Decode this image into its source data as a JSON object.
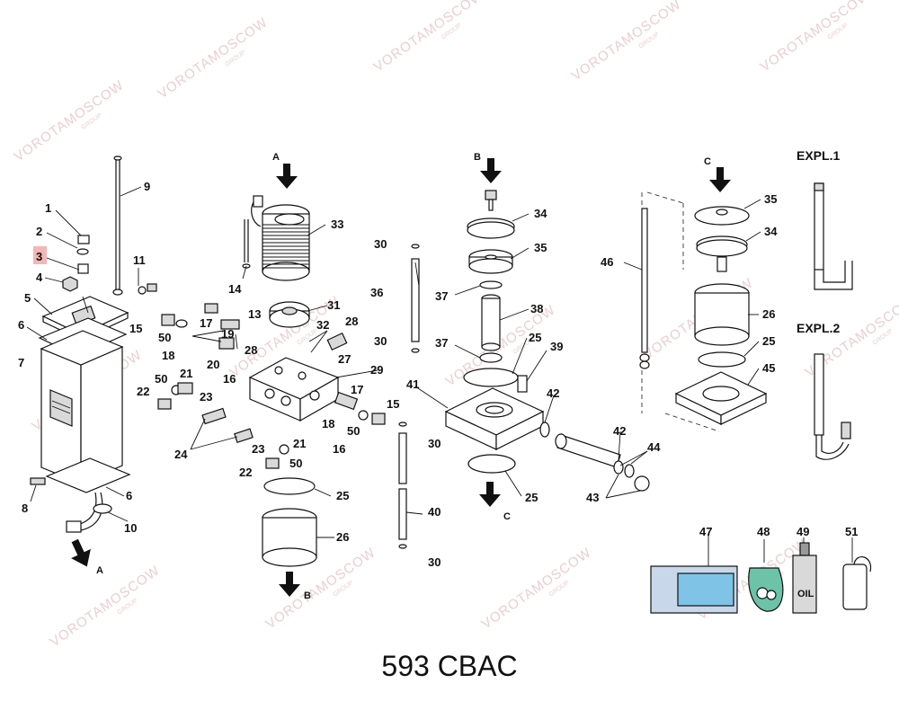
{
  "title": "593 CBAC",
  "watermark": {
    "text": "VOROTAMOSCOW",
    "sub": "GROUP"
  },
  "expl_labels": [
    "EXPL.1",
    "EXPL.2"
  ],
  "flow_arrows": [
    "A",
    "A",
    "B",
    "B",
    "C",
    "C"
  ],
  "highlighted_part": "3",
  "part_numbers": {
    "p1": "1",
    "p2": "2",
    "p3": "3",
    "p4": "4",
    "p5": "5",
    "p6a": "6",
    "p6b": "6",
    "p7": "7",
    "p8": "8",
    "p9": "9",
    "p10": "10",
    "p11": "11",
    "p13": "13",
    "p14": "14",
    "p15a": "15",
    "p15b": "15",
    "p16a": "16",
    "p16b": "16",
    "p17a": "17",
    "p17b": "17",
    "p18a": "18",
    "p18b": "18",
    "p19": "19",
    "p20": "20",
    "p21a": "21",
    "p21b": "21",
    "p22a": "22",
    "p22b": "22",
    "p23a": "23",
    "p23b": "23",
    "p24": "24",
    "p25a": "25",
    "p25b": "25",
    "p25c": "25",
    "p25d": "25",
    "p26a": "26",
    "p26b": "26",
    "p27": "27",
    "p28a": "28",
    "p28b": "28",
    "p29": "29",
    "p30a": "30",
    "p30b": "30",
    "p30c": "30",
    "p30d": "30",
    "p31": "31",
    "p32": "32",
    "p33": "33",
    "p34a": "34",
    "p34b": "34",
    "p35a": "35",
    "p35b": "35",
    "p36": "36",
    "p37a": "37",
    "p37b": "37",
    "p38": "38",
    "p39": "39",
    "p40": "40",
    "p41": "41",
    "p42a": "42",
    "p42b": "42",
    "p43": "43",
    "p44": "44",
    "p45": "45",
    "p46": "46",
    "p47": "47",
    "p48": "48",
    "p49": "49",
    "p50a": "50",
    "p50b": "50",
    "p50c": "50",
    "p51": "51"
  },
  "oil_bottle_label": "OIL"
}
